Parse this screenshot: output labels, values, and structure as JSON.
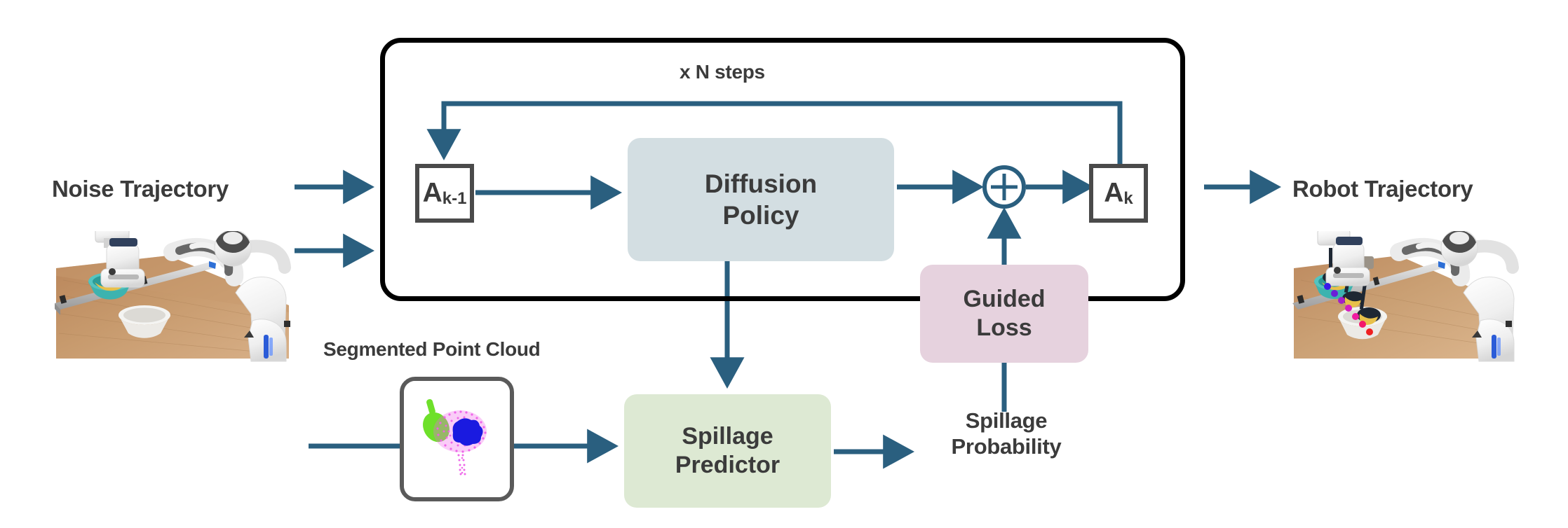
{
  "diagram": {
    "title_absent": true,
    "palette": {
      "arrow": "#2a5f7f",
      "outline_box_border": "#000000",
      "a_box_border": "#4a4a4a",
      "diffusion_policy_fill": "#d3dee2",
      "guided_loss_fill": "#e6d2de",
      "spillage_predictor_fill": "#dde9d3",
      "text": "#3b3b3b",
      "point_cloud_magenta": "#ee5fe8",
      "point_cloud_blue": "#1a1ae0",
      "point_cloud_green": "#6ee02a"
    },
    "labels": {
      "noise_trajectory": "Noise Trajectory",
      "robot_trajectory": "Robot Trajectory",
      "segmented_point_cloud": "Segmented Point Cloud",
      "loop_repeat": "x N steps",
      "spillage_probability_line1": "Spillage",
      "spillage_probability_line2": "Probability"
    },
    "nodes": {
      "a_prev": {
        "base": "A",
        "sub": "k-1"
      },
      "a_curr": {
        "base": "A",
        "sub": "k"
      },
      "diffusion_policy": {
        "line1": "Diffusion",
        "line2": "Policy"
      },
      "guided_loss": {
        "line1": "Guided",
        "line2": "Loss"
      },
      "spillage_predictor": {
        "line1": "Spillage",
        "line2": "Predictor"
      },
      "adder": {
        "glyph": "+"
      }
    },
    "photos": {
      "left": {
        "caption_ref": "noise_trajectory",
        "scene": "Franka robot arm holding a ladle over a teal bowl of penne pasta on a wooden table, with an empty white bowl beside it"
      },
      "right": {
        "caption_ref": "robot_trajectory",
        "scene": "Franka robot arm transferring penne pasta with a ladle from the teal bowl into the white bowl, with a coloured waypoint trajectory overlay",
        "trajectory_dot_colors": [
          "#3a1ae8",
          "#6b1fd8",
          "#a321c8",
          "#d41fbf",
          "#f01aa0",
          "#f4186a",
          "#ef2020"
        ]
      }
    }
  }
}
